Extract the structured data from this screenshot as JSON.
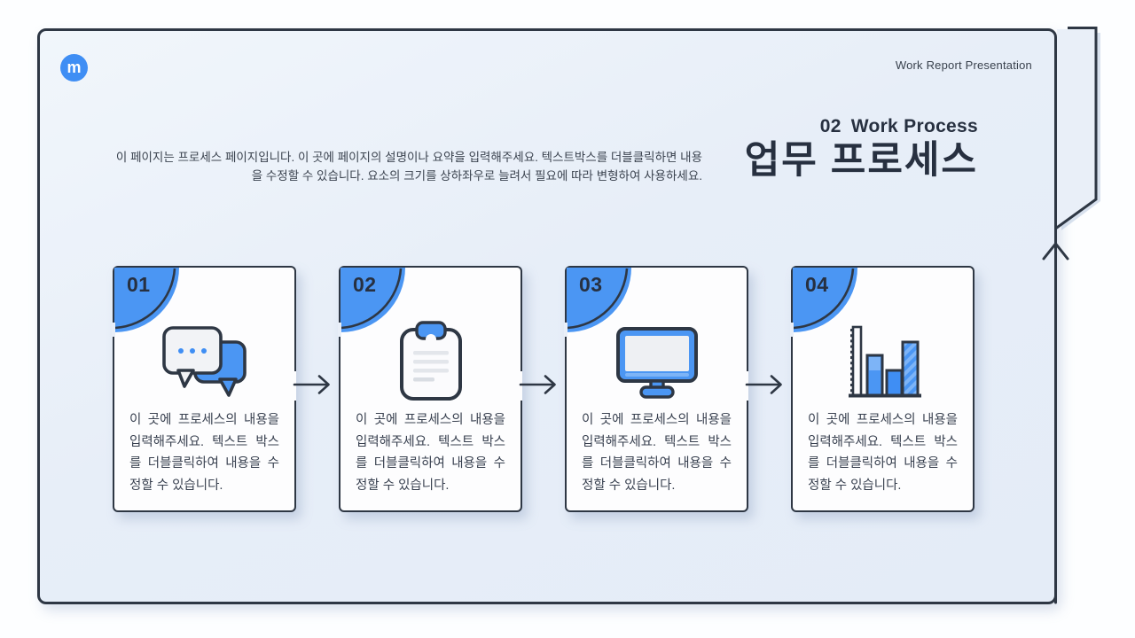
{
  "brand": {
    "logo_letter": "m",
    "logo_color": "#3f8ef4"
  },
  "header": {
    "right_label": "Work Report Presentation"
  },
  "title": {
    "section_number": "02",
    "section_label": "Work Process",
    "main": "업무 프로세스"
  },
  "description": {
    "text": "이 페이지는 프로세스 페이지입니다. 이 곳에 페이지의 설명이나 요약을 입력해주세요. 텍스트박스를 더블클릭하면 내용을 수정할 수 있습니다. 요소의 크기를 상하좌우로 늘려서 필요에 따라 변형하여 사용하세요."
  },
  "process": {
    "steps": [
      {
        "number": "01",
        "icon": "chat-bubbles-icon",
        "text": "이 곳에 프로세스의 내용을 입력해주세요. 텍스트 박스를 더블클릭하여 내용을 수정할 수 있습니다."
      },
      {
        "number": "02",
        "icon": "clipboard-icon",
        "text": "이 곳에 프로세스의 내용을 입력해주세요. 텍스트 박스를 더블클릭하여 내용을 수정할 수 있습니다."
      },
      {
        "number": "03",
        "icon": "monitor-icon",
        "text": "이 곳에 프로세스의 내용을 입력해주세요. 텍스트 박스를 더블클릭하여 내용을 수정할 수 있습니다."
      },
      {
        "number": "04",
        "icon": "bar-chart-icon",
        "text": "이 곳에 프로세스의 내용을 입력해주세요. 텍스트 박스를 더블클릭하여 내용을 수정할 수 있습니다."
      }
    ]
  },
  "colors": {
    "accent_blue": "#4b96f3",
    "accent_blue_light": "#7db4f7",
    "ink": "#2e3744",
    "panel_background": "#e9eff8"
  }
}
